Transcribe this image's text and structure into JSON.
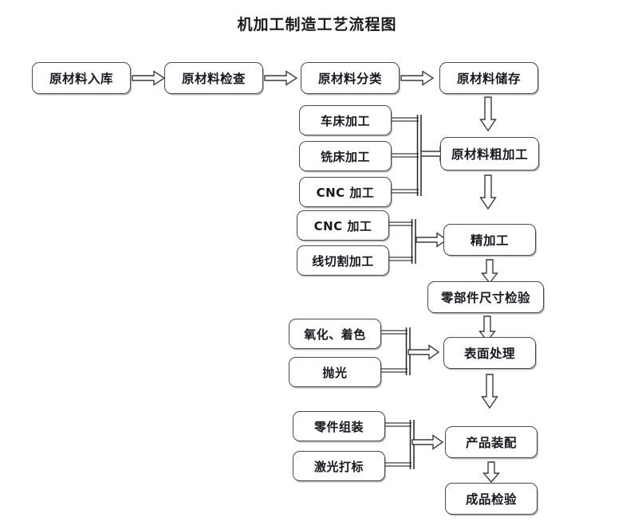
{
  "title": "机加工制造工艺流程图",
  "colors": {
    "background": "#ffffff",
    "node_border": "#4a4a4a",
    "node_fill": "#ffffff",
    "text": "#17171f",
    "connector": "#3c3c3c",
    "shadow": "#b8b8b8"
  },
  "nodes": {
    "intake": "原材料入库",
    "inspection": "原材料检查",
    "classification": "原材料分类",
    "storage": "原材料储存",
    "lathe": "车床加工",
    "milling": "铣床加工",
    "cnc_rough": "CNC 加工",
    "cnc_fine": "CNC 加工",
    "wire_cut": "线切割加工",
    "rough_machining": "原材料粗加工",
    "fine_machining": "精加工",
    "dimension_check": "零部件尺寸检验",
    "oxidation": "氧化、着色",
    "polishing": "抛光",
    "surface_treatment": "表面处理",
    "part_assembly": "零件组装",
    "laser_marking": "激光打标",
    "product_assembly": "产品装配",
    "final_inspection": "成品检验"
  },
  "arrows": {
    "right_arrow": "arrow-right-icon",
    "down_arrow": "arrow-down-icon",
    "merge_connector": "merge-connector-icon"
  }
}
